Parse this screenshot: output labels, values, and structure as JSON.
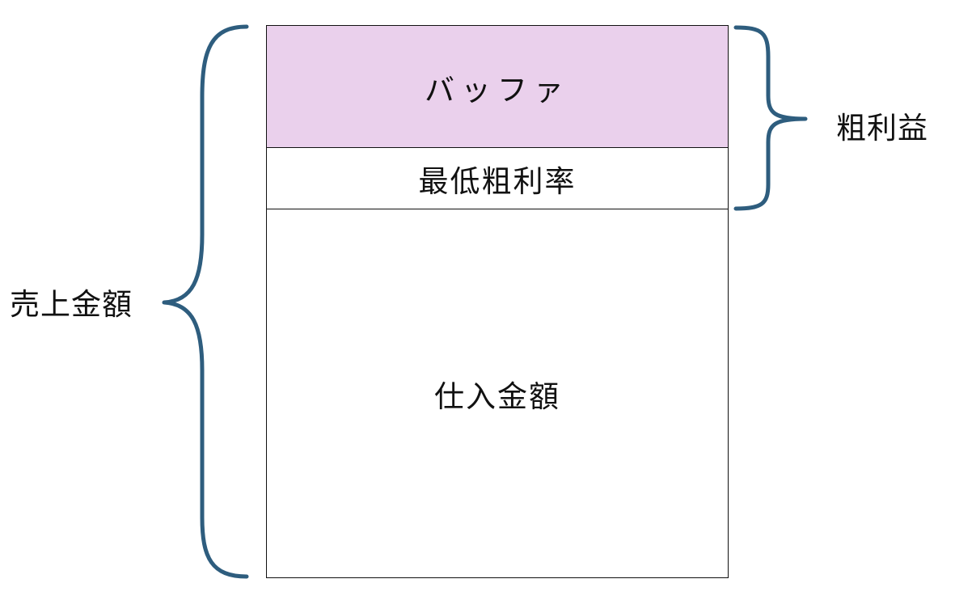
{
  "blocks": {
    "buffer": "バッファ",
    "min_margin_rate": "最低粗利率",
    "purchase_amount": "仕入金額"
  },
  "brackets": {
    "sales_amount": "売上金額",
    "gross_profit": "粗利益"
  },
  "colors": {
    "buffer_fill": "#ead0ec",
    "brace_stroke": "#2e5d7e",
    "border": "#111111"
  }
}
